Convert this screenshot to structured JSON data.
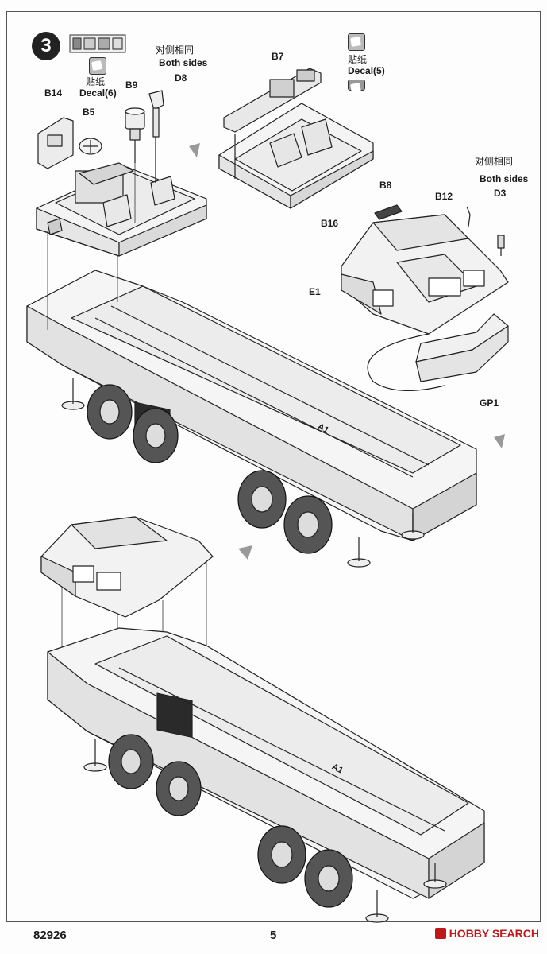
{
  "step": {
    "number": "3"
  },
  "labels": {
    "b14": "B14",
    "decal6_zh": "贴纸",
    "decal6": "Decal(6)",
    "b5": "B5",
    "b9": "B9",
    "both_sides_zh_1": "对侧相同",
    "both_sides_1": "Both sides",
    "d8": "D8",
    "b7": "B7",
    "decal5_zh": "贴纸",
    "decal5": "Decal(5)",
    "b16": "B16",
    "b8": "B8",
    "b12": "B12",
    "both_sides_zh_2": "对侧相同",
    "both_sides_2": "Both sides",
    "d3": "D3",
    "e1": "E1",
    "gp1": "GP1",
    "hull_marking_a1": "A1"
  },
  "footer": {
    "product_code": "82926",
    "page_number": "5",
    "watermark_brand": "HOBBY SEARCH"
  },
  "icons": [
    "step-number-icon",
    "decal-icon",
    "paint-chip-icon",
    "halftone-arrow-icon"
  ]
}
